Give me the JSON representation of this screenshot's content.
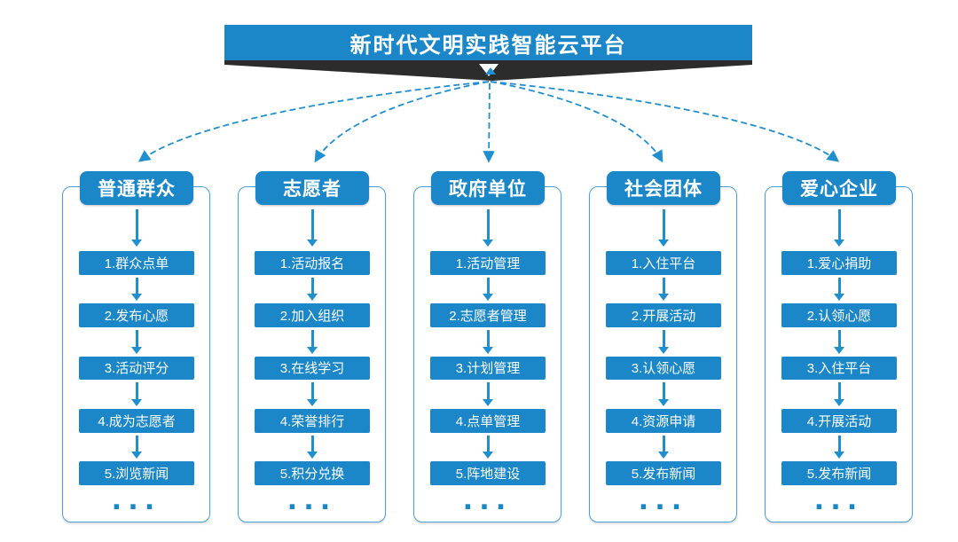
{
  "header": {
    "title": "新时代文明实践智能云平台"
  },
  "colors": {
    "primary_blue": "#1b87c9",
    "connector_blue": "#1f8fd0",
    "frame_border": "#4aa0d8",
    "banner_shadow": "#2c2c2c"
  },
  "columns": [
    {
      "title": "普通群众",
      "items": [
        "1.群众点单",
        "2.发布心愿",
        "3.活动评分",
        "4.成为志愿者",
        "5.浏览新闻"
      ],
      "more": "..."
    },
    {
      "title": "志愿者",
      "items": [
        "1.活动报名",
        "2.加入组织",
        "3.在线学习",
        "4.荣誉排行",
        "5.积分兑换"
      ],
      "more": "..."
    },
    {
      "title": "政府单位",
      "items": [
        "1.活动管理",
        "2.志愿者管理",
        "3.计划管理",
        "4.点单管理",
        "5.阵地建设"
      ],
      "more": "..."
    },
    {
      "title": "社会团体",
      "items": [
        "1.入住平台",
        "2.开展活动",
        "3.认领心愿",
        "4.资源申请",
        "5.发布新闻"
      ],
      "more": "..."
    },
    {
      "title": "爱心企业",
      "items": [
        "1.爱心捐助",
        "2.认领心愿",
        "3.入住平台",
        "4.开展活动",
        "5.发布新闻"
      ],
      "more": "..."
    }
  ]
}
